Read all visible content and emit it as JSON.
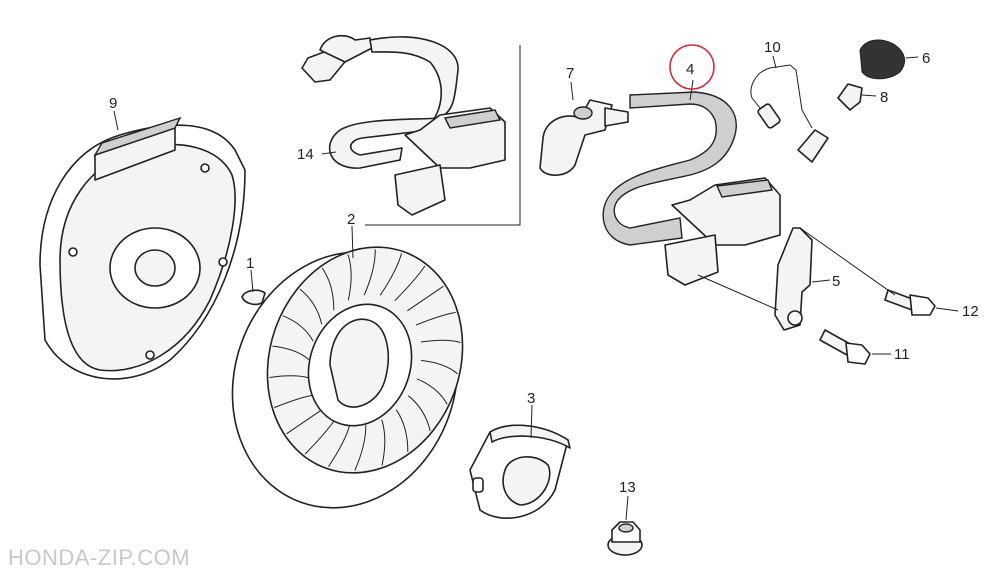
{
  "diagram": {
    "callouts": [
      {
        "id": "c1",
        "label": "1"
      },
      {
        "id": "c2",
        "label": "2"
      },
      {
        "id": "c3",
        "label": "3"
      },
      {
        "id": "c4",
        "label": "4"
      },
      {
        "id": "c5",
        "label": "5"
      },
      {
        "id": "c6",
        "label": "6"
      },
      {
        "id": "c7",
        "label": "7"
      },
      {
        "id": "c8",
        "label": "8"
      },
      {
        "id": "c9",
        "label": "9"
      },
      {
        "id": "c10",
        "label": "10"
      },
      {
        "id": "c11",
        "label": "11"
      },
      {
        "id": "c12",
        "label": "12"
      },
      {
        "id": "c13",
        "label": "13"
      },
      {
        "id": "c14",
        "label": "14"
      }
    ],
    "highlight_color": "#e0242f",
    "highlighted_callout": "4"
  },
  "watermark": "HONDA-ZIP.COM"
}
